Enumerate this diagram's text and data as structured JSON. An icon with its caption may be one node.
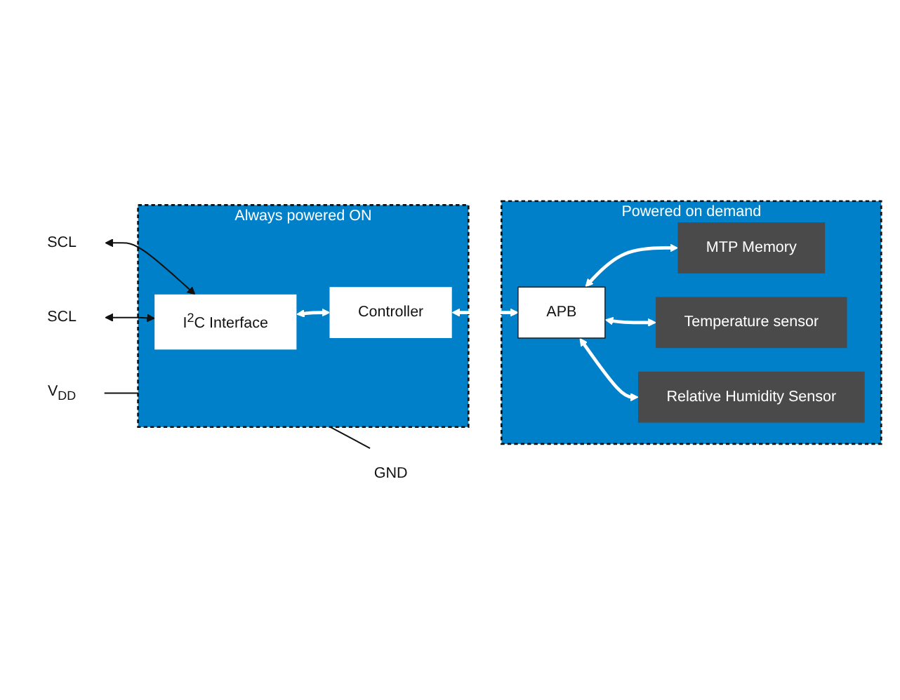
{
  "diagram": {
    "nodes": [
      {
        "text": [
          "Always powered ON"
        ]
      },
      {
        "text": [
          "SCL"
        ]
      },
      {
        "text": [
          "SCL"
        ]
      },
      {
        "text": [
          "I$^{2}$C Interface"
        ],
        "in": 0
      },
      {
        "text": [
          "Controller"
        ],
        "in": 0
      },
      {
        "text": [
          "Powered on demand"
        ]
      },
      {
        "text": [
          "APB"
        ],
        "in": 5
      },
      {
        "text": [
          "MTP Memory"
        ],
        "in": 5
      },
      {
        "text": [
          "Temperature sensor"
        ],
        "in": 5
      },
      {
        "text": [
          "Relative Humidity Sensor"
        ],
        "in": 5
      },
      {
        "text": [
          "V$_{DD}$"
        ]
      },
      {
        "text": [
          "GND"
        ]
      }
    ],
    "edges": [
      {
        "from": 1,
        "to": 3,
        "arrow": "both",
        "color": "#111111"
      },
      {
        "from": 2,
        "to": 3,
        "arrow": "both",
        "color": "#111111"
      },
      {
        "from": 3,
        "to": 4,
        "arrow": "both"
      },
      {
        "from": 4,
        "to": 6,
        "arrow": "both"
      },
      {
        "from": 6,
        "to": 7,
        "arrow": "both"
      },
      {
        "from": 6,
        "to": 8,
        "arrow": "both"
      },
      {
        "from": 6,
        "to": 9,
        "arrow": "both"
      },
      {
        "from": 10,
        "to": 0,
        "arrow": "none",
        "color": "#111111"
      },
      {
        "from": 0,
        "to": 11,
        "arrow": "none",
        "color": "#111111"
      }
    ]
  }
}
